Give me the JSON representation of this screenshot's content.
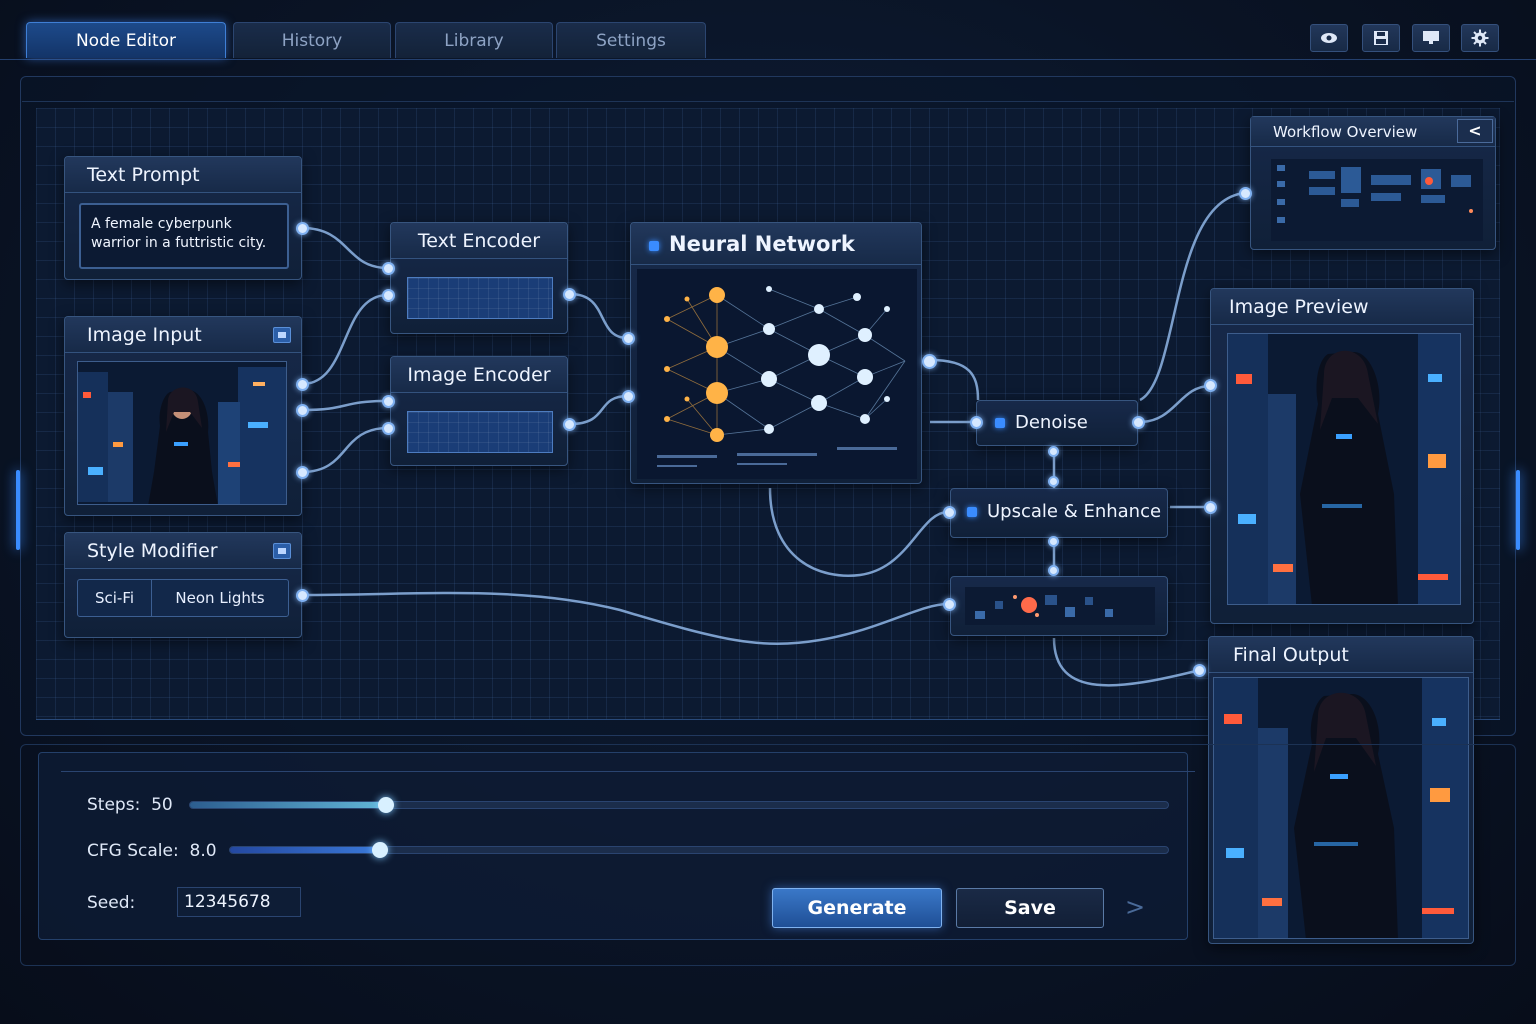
{
  "tabs": [
    {
      "label": "Node Editor",
      "active": true
    },
    {
      "label": "History",
      "active": false
    },
    {
      "label": "Library",
      "active": false
    },
    {
      "label": "Settings",
      "active": false
    }
  ],
  "toolbar_icons": [
    "eye-icon",
    "save-icon",
    "monitor-icon",
    "gear-icon"
  ],
  "nodes": {
    "text_prompt": {
      "title": "Text Prompt",
      "text": "A female cyberpunk warrior in a futtristic city."
    },
    "image_input": {
      "title": "Image Input"
    },
    "style_modifier": {
      "title": "Style Modifier",
      "options": [
        "Sci-Fi",
        "Neon Lights"
      ]
    },
    "text_encoder": {
      "title": "Text Encoder"
    },
    "image_encoder": {
      "title": "Image Encoder"
    },
    "neural_network": {
      "title": "Neural Network"
    },
    "denoise": {
      "title": "Denoise"
    },
    "upscale": {
      "title": "Upscale & Enhance"
    },
    "workflow_overview": {
      "title": "Workflow Overview",
      "collapse_label": "<"
    },
    "image_preview": {
      "title": "Image Preview"
    },
    "final_output": {
      "title": "Final Output"
    }
  },
  "controls": {
    "steps": {
      "label": "Steps:",
      "value": "50",
      "fraction": 0.2
    },
    "cfg": {
      "label": "CFG Scale:",
      "value": "8.0",
      "fraction": 0.16
    },
    "seed": {
      "label": "Seed:",
      "value": "12345678"
    },
    "generate_label": "Generate",
    "save_label": "Save",
    "next_label": ">"
  },
  "colors": {
    "accent": "#3a8cff",
    "background": "#0a1426",
    "warm_node": "#ffb347"
  }
}
